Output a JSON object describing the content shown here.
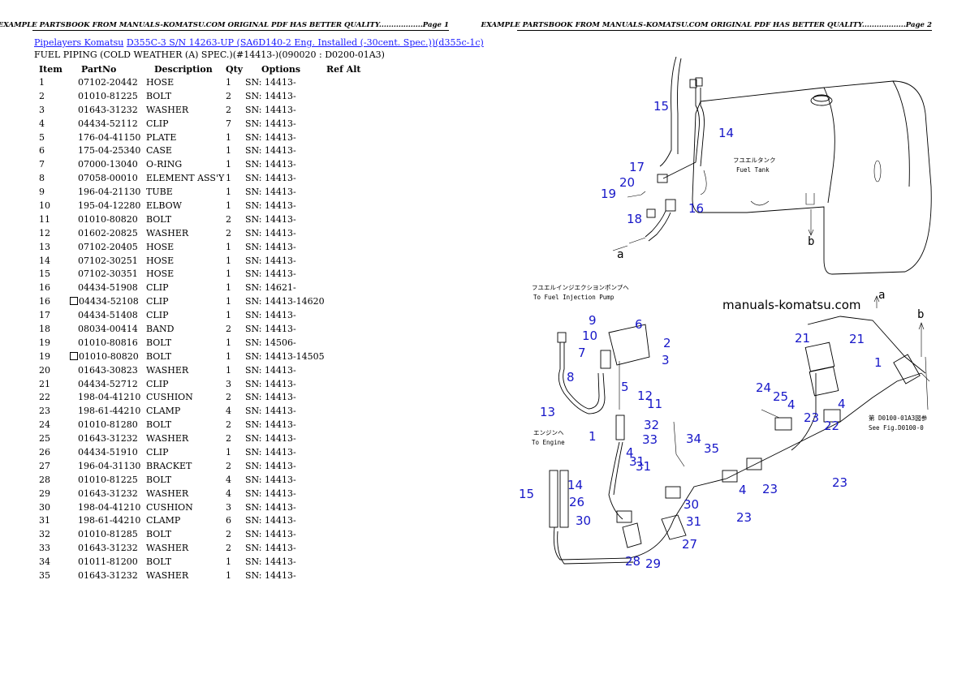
{
  "page1": {
    "header": "EXAMPLE PARTSBOOK FROM MANUALS-KOMATSU.COM ORIGINAL PDF HAS BETTER QUALITY..................Page 1",
    "link_category": "Pipelayers Komatsu",
    "link_model": "D355C-3 S/N 14263-UP (SA6D140-2 Eng. Installed (-30cent. Spec.))(d355c-1c)",
    "subtitle": "FUEL PIPING (COLD WEATHER (A) SPEC.)(#14413-)(090020 : D0200-01A3)",
    "columns": [
      "Item",
      "PartNo",
      "Description",
      "Qty",
      "Options",
      "Ref Alt"
    ],
    "rows": [
      {
        "item": "1",
        "part": "07102-20442",
        "desc": "HOSE",
        "qty": "1",
        "opt": "SN: 14413-",
        "box": false
      },
      {
        "item": "2",
        "part": "01010-81225",
        "desc": "BOLT",
        "qty": "2",
        "opt": "SN: 14413-",
        "box": false
      },
      {
        "item": "3",
        "part": "01643-31232",
        "desc": "WASHER",
        "qty": "2",
        "opt": "SN: 14413-",
        "box": false
      },
      {
        "item": "4",
        "part": "04434-52112",
        "desc": "CLIP",
        "qty": "7",
        "opt": "SN: 14413-",
        "box": false
      },
      {
        "item": "5",
        "part": "176-04-41150",
        "desc": "PLATE",
        "qty": "1",
        "opt": "SN: 14413-",
        "box": false
      },
      {
        "item": "6",
        "part": "175-04-25340",
        "desc": "CASE",
        "qty": "1",
        "opt": "SN: 14413-",
        "box": false
      },
      {
        "item": "7",
        "part": "07000-13040",
        "desc": "O-RING",
        "qty": "1",
        "opt": "SN: 14413-",
        "box": false
      },
      {
        "item": "8",
        "part": "07058-00010",
        "desc": "ELEMENT ASS'Y",
        "qty": "1",
        "opt": "SN: 14413-",
        "box": false
      },
      {
        "item": "9",
        "part": "196-04-21130",
        "desc": "TUBE",
        "qty": "1",
        "opt": "SN: 14413-",
        "box": false
      },
      {
        "item": "10",
        "part": "195-04-12280",
        "desc": "ELBOW",
        "qty": "1",
        "opt": "SN: 14413-",
        "box": false
      },
      {
        "item": "11",
        "part": "01010-80820",
        "desc": "BOLT",
        "qty": "2",
        "opt": "SN: 14413-",
        "box": false
      },
      {
        "item": "12",
        "part": "01602-20825",
        "desc": "WASHER",
        "qty": "2",
        "opt": "SN: 14413-",
        "box": false
      },
      {
        "item": "13",
        "part": "07102-20405",
        "desc": "HOSE",
        "qty": "1",
        "opt": "SN: 14413-",
        "box": false
      },
      {
        "item": "14",
        "part": "07102-30251",
        "desc": "HOSE",
        "qty": "1",
        "opt": "SN: 14413-",
        "box": false
      },
      {
        "item": "15",
        "part": "07102-30351",
        "desc": "HOSE",
        "qty": "1",
        "opt": "SN: 14413-",
        "box": false
      },
      {
        "item": "16",
        "part": "04434-51908",
        "desc": "CLIP",
        "qty": "1",
        "opt": "SN: 14621-",
        "box": false
      },
      {
        "item": "16",
        "part": "04434-52108",
        "desc": "CLIP",
        "qty": "1",
        "opt": "SN: 14413-14620",
        "box": true
      },
      {
        "item": "17",
        "part": "04434-51408",
        "desc": "CLIP",
        "qty": "1",
        "opt": "SN: 14413-",
        "box": false
      },
      {
        "item": "18",
        "part": "08034-00414",
        "desc": "BAND",
        "qty": "2",
        "opt": "SN: 14413-",
        "box": false
      },
      {
        "item": "19",
        "part": "01010-80816",
        "desc": "BOLT",
        "qty": "1",
        "opt": "SN: 14506-",
        "box": false
      },
      {
        "item": "19",
        "part": "01010-80820",
        "desc": "BOLT",
        "qty": "1",
        "opt": "SN: 14413-14505",
        "box": true
      },
      {
        "item": "20",
        "part": "01643-30823",
        "desc": "WASHER",
        "qty": "1",
        "opt": "SN: 14413-",
        "box": false
      },
      {
        "item": "21",
        "part": "04434-52712",
        "desc": "CLIP",
        "qty": "3",
        "opt": "SN: 14413-",
        "box": false
      },
      {
        "item": "22",
        "part": "198-04-41210",
        "desc": "CUSHION",
        "qty": "2",
        "opt": "SN: 14413-",
        "box": false
      },
      {
        "item": "23",
        "part": "198-61-44210",
        "desc": "CLAMP",
        "qty": "4",
        "opt": "SN: 14413-",
        "box": false
      },
      {
        "item": "24",
        "part": "01010-81280",
        "desc": "BOLT",
        "qty": "2",
        "opt": "SN: 14413-",
        "box": false
      },
      {
        "item": "25",
        "part": "01643-31232",
        "desc": "WASHER",
        "qty": "2",
        "opt": "SN: 14413-",
        "box": false
      },
      {
        "item": "26",
        "part": "04434-51910",
        "desc": "CLIP",
        "qty": "1",
        "opt": "SN: 14413-",
        "box": false
      },
      {
        "item": "27",
        "part": "196-04-31130",
        "desc": "BRACKET",
        "qty": "2",
        "opt": "SN: 14413-",
        "box": false
      },
      {
        "item": "28",
        "part": "01010-81225",
        "desc": "BOLT",
        "qty": "4",
        "opt": "SN: 14413-",
        "box": false
      },
      {
        "item": "29",
        "part": "01643-31232",
        "desc": "WASHER",
        "qty": "4",
        "opt": "SN: 14413-",
        "box": false
      },
      {
        "item": "30",
        "part": "198-04-41210",
        "desc": "CUSHION",
        "qty": "3",
        "opt": "SN: 14413-",
        "box": false
      },
      {
        "item": "31",
        "part": "198-61-44210",
        "desc": "CLAMP",
        "qty": "6",
        "opt": "SN: 14413-",
        "box": false
      },
      {
        "item": "32",
        "part": "01010-81285",
        "desc": "BOLT",
        "qty": "2",
        "opt": "SN: 14413-",
        "box": false
      },
      {
        "item": "33",
        "part": "01643-31232",
        "desc": "WASHER",
        "qty": "2",
        "opt": "SN: 14413-",
        "box": false
      },
      {
        "item": "34",
        "part": "01011-81200",
        "desc": "BOLT",
        "qty": "1",
        "opt": "SN: 14413-",
        "box": false
      },
      {
        "item": "35",
        "part": "01643-31232",
        "desc": "WASHER",
        "qty": "1",
        "opt": "SN: 14413-",
        "box": false
      }
    ]
  },
  "page2": {
    "header": "EXAMPLE PARTSBOOK FROM MANUALS-KOMATSU.COM ORIGINAL PDF HAS BETTER QUALITY..................Page 2",
    "watermark": "manuals-komatsu.com",
    "labels": {
      "fuel_tank_jp": "フユエルタンク",
      "fuel_tank_en": "Fuel Tank",
      "pump_jp": "フユエルインジエクシヨンポンプヘ",
      "pump_en": "To Fuel Injection Pump",
      "engine_jp": "エンジンヘ",
      "engine_en": "To Engine",
      "see_fig_jp": "第 D0100-01A3図参",
      "see_fig_en": "See Fig.D0100-0",
      "letter_a": "a",
      "letter_b": "b"
    },
    "callouts": [
      "15",
      "14",
      "17",
      "20",
      "19",
      "18",
      "16",
      "9",
      "6",
      "10",
      "2",
      "7",
      "3",
      "8",
      "5",
      "12",
      "11",
      "13",
      "1",
      "32",
      "33",
      "34",
      "35",
      "4",
      "31",
      "30",
      "31",
      "27",
      "28",
      "29",
      "30",
      "15",
      "14",
      "26",
      "21",
      "21",
      "1",
      "24",
      "25",
      "4",
      "4",
      "23",
      "22",
      "23",
      "23",
      "4",
      "23",
      "31"
    ]
  }
}
